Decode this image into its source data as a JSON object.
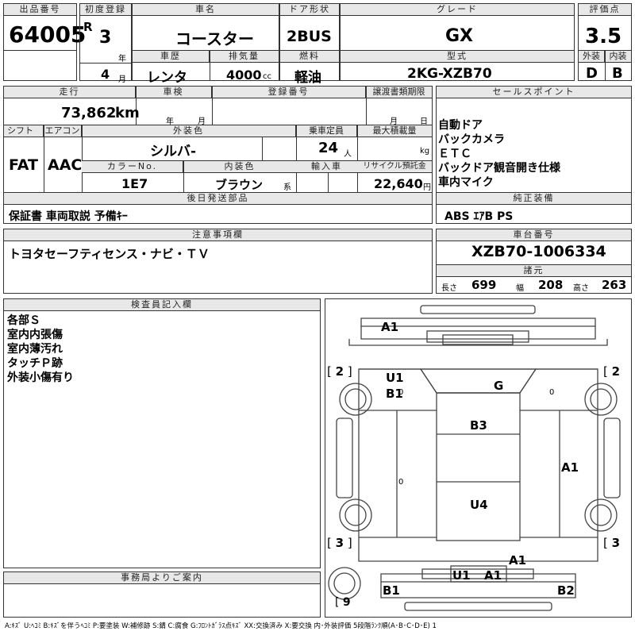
{
  "top": {
    "lot_label": "出品番号",
    "lot_value": "64005",
    "first_reg_label": "初度登録",
    "era": "R",
    "year_value": "3",
    "year_unit": "年",
    "shaken_label": "車歴",
    "shaken_value": "レンタ",
    "month_value": "4",
    "month_unit": "月",
    "name_label": "車名",
    "name_value": "コースター",
    "displacement_label": "排気量",
    "displacement_value": "4000",
    "displacement_unit": "cc",
    "door_label": "ドア形状",
    "door_value": "2BUS",
    "fuel_label": "燃料",
    "fuel_value": "軽油",
    "grade_label": "グレード",
    "grade_value": "GX",
    "model_label": "型式",
    "model_value": "2KG-XZB70",
    "score_label": "評価点",
    "score_value": "3.5",
    "ext_label": "外装",
    "ext_value": "D",
    "int_label": "内装",
    "int_value": "B"
  },
  "mid": {
    "mileage_label": "走行",
    "mileage_value": "73,862",
    "mileage_unit": "km",
    "inspection_label": "車検",
    "insp_year_unit": "年",
    "insp_month_unit": "月",
    "reg_label": "登録番号",
    "transfer_label": "譲渡書類期限",
    "transfer_month_unit": "月",
    "transfer_day_unit": "日",
    "shift_label": "シフト",
    "shift_value": "FAT",
    "ac_label": "エアコン",
    "ac_value": "AAC",
    "color_label": "外装色",
    "color_value": "シルバ-",
    "capacity_label": "乗車定員",
    "capacity_value": "24",
    "capacity_unit": "人",
    "load_label": "最大積載量",
    "load_unit": "kg",
    "colorno_label": "カラーNo.",
    "colorno_value": "1E7",
    "interior_label": "内装色",
    "interior_value": "ブラウン",
    "interior_unit": "系",
    "import_label": "輸入車",
    "recycle_label": "リサイクル預託金",
    "recycle_value": "22,640",
    "recycle_unit": "円",
    "later_label": "後日発送部品",
    "later_value": "保証書 車両取説 予備ｷｰ",
    "notes_label": "注意事項欄",
    "notes_value": "トヨタセーフティセンス・ナビ・ＴＶ"
  },
  "sales": {
    "label": "セールスポイント",
    "points": [
      "自動ドア",
      "バックカメラ",
      "ＥＴＣ",
      "バックドア観音開き仕様",
      "車内マイク"
    ],
    "equip_label": "純正装備",
    "equip_value": "ABS ｴｱB PS",
    "chassis_label": "車台番号",
    "chassis_value": "XZB70-1006334",
    "spec_label": "諸元",
    "length_label": "長さ",
    "length_value": "699",
    "width_label": "幅",
    "width_value": "208",
    "height_label": "高さ",
    "height_value": "263"
  },
  "inspector": {
    "label": "検査員記入欄",
    "lines": [
      "各部Ｓ",
      "室内内張傷",
      "室内薄汚れ",
      "タッチＰ跡",
      "外装小傷有り"
    ]
  },
  "office": {
    "label": "事務局よりご案内"
  },
  "legend": "A:ｷｽﾞ U:ﾍｺﾐ B:ｷｽﾞを伴うﾍｺﾐ P:要塗装 W:補修跡 S:錆 C:腐食 G:ﾌﾛﾝﾄｶﾞﾗｽ点ｷｽﾞ XX:交換済み X:要交換 内･外装評価 5段階ﾗﾝｸ順(A･B･C･D･E) 1",
  "diagram": {
    "marks": {
      "a1_front": "A1",
      "u1": "U1",
      "b1": "B1",
      "g": "G",
      "b3": "B3",
      "a1_side": "A1",
      "u4": "U4",
      "a1_rear_top": "A1",
      "u1_rear": "U1",
      "a1_rear": "A1",
      "b1_rear": "B1",
      "b2_rear": "B2",
      "zero1": "0",
      "zero2": "0",
      "zero3": "0"
    },
    "tires": {
      "fl": "2",
      "fr": "2",
      "rl": "3",
      "rr": "3",
      "spare": "9"
    }
  }
}
